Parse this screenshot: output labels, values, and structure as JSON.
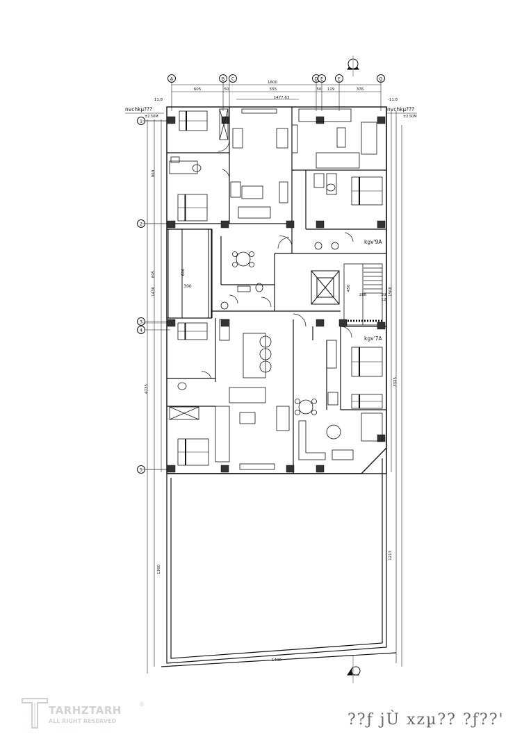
{
  "axes": {
    "letters": [
      "A",
      "B",
      "C",
      "D",
      "E",
      "F",
      "G"
    ],
    "numbers": [
      "1",
      "2",
      "3",
      "4",
      "5"
    ]
  },
  "dimensions": {
    "top_total": "1800",
    "top_segments": [
      "605",
      "50",
      "555",
      "50",
      "119",
      "376"
    ],
    "inner_top": "1477.63",
    "left_side": [
      "11.8",
      "-11.8"
    ],
    "left_total": "4735",
    "left_segments": [
      "869",
      "895",
      "1430"
    ],
    "right_side": "1560",
    "right_lower": "3325",
    "lower_total": "1360",
    "lower_right": "1213",
    "bottom": "1400",
    "room_300": "300",
    "room_600": "600",
    "stair_288": "288",
    "stair_20": "20",
    "stair_12": "12",
    "elev_450": "450"
  },
  "level_marks": {
    "left": {
      "main": "nvchkµ???",
      "sub": "±2.50M"
    },
    "right": {
      "main": "nvchkµ???",
      "sub": "±2.50M"
    }
  },
  "unit_labels": [
    "kgv'9A",
    "kgv'7A"
  ],
  "footer": {
    "title": "??ƒ jÙ xzµ??  ?ƒ??'",
    "watermark_name": "TARHZTARH",
    "watermark_rights": "ALL RIGHT RESERVED",
    "watermark_registered": "®"
  }
}
